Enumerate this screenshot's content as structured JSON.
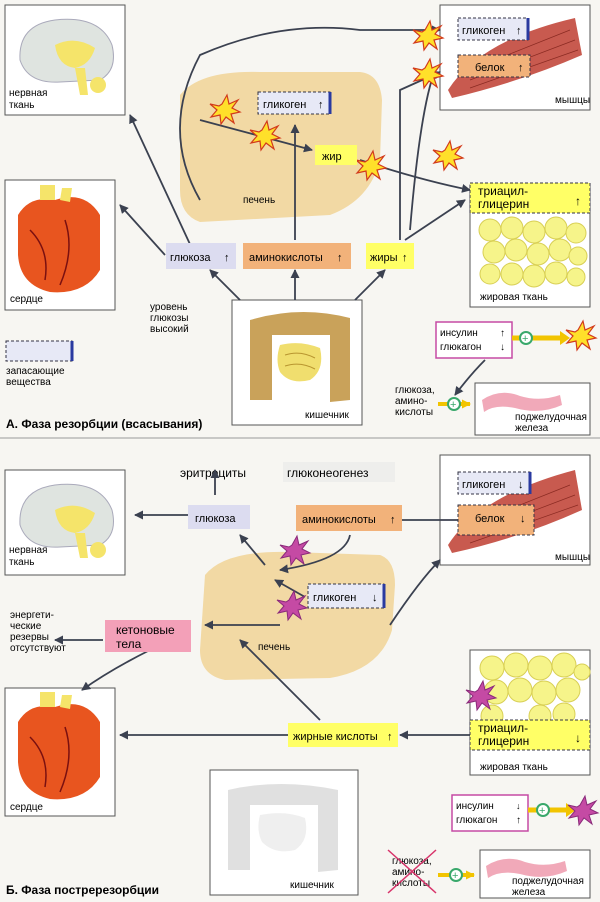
{
  "phaseA": {
    "title": "А. Фаза резорбции (всасывания)",
    "nervous_tissue": [
      "нервная",
      "ткань"
    ],
    "heart": "сердце",
    "liver": "печень",
    "intestine": "кишечник",
    "muscles": "мышцы",
    "adipose": "жировая ткань",
    "pancreas": [
      "поджелудочная",
      "железа"
    ],
    "glycogen_liver": "гликоген",
    "fat": "жир",
    "glucose": "глюкоза",
    "amino_acids": "аминокислоты",
    "fats": "жиры",
    "glycogen_muscle": "гликоген",
    "protein": "белок",
    "tag": [
      "триацил-",
      "глицерин"
    ],
    "glucose_level": [
      "уровень",
      "глюкозы",
      "высокий"
    ],
    "storage_legend": [
      "запасающие",
      "вещества"
    ],
    "insulin": "инсулин",
    "glucagon": "глюкагон",
    "glucose_amino": [
      "глюкоза,",
      "амино-",
      "кислоты"
    ]
  },
  "phaseB": {
    "title": "Б. Фаза постререзорбции",
    "erythrocytes": "эритроциты",
    "gluconeogenesis": "глюконеогенез",
    "nervous_tissue": [
      "нервная",
      "ткань"
    ],
    "heart": "сердце",
    "liver": "печень",
    "intestine": "кишечник",
    "muscles": "мышцы",
    "adipose": "жировая ткань",
    "pancreas": [
      "поджелудочная",
      "железа"
    ],
    "glucose": "глюкоза",
    "amino_acids": "аминокислоты",
    "glycogen_liver": "гликоген",
    "glycogen_muscle": "гликоген",
    "protein": "белок",
    "ketone_bodies": [
      "кетоновые",
      "тела"
    ],
    "fatty_acids": "жирные кислоты",
    "tag": [
      "триацил-",
      "глицерин"
    ],
    "energy_reserves": [
      "энергети-",
      "ческие",
      "резервы",
      "отсутствуют"
    ],
    "insulin": "инсулин",
    "glucagon": "глюкагон",
    "glucose_amino": [
      "глюкоза,",
      "амино-",
      "кислоты"
    ]
  },
  "colors": {
    "arrow": "#3b4150",
    "glucose_box": "#dcdcf0",
    "amino_box": "#f2b27a",
    "fat_box": "#ffff66",
    "ketone_box": "#f3a0b8",
    "liver": "#f2d9a4",
    "muscle": "#c85a4f",
    "heart": "#e8551f",
    "adipose": "#f6f48a",
    "intestine": "#c9a25a",
    "burst_a": "#ffe02a",
    "burst_b": "#c54aa4",
    "plus_circle": "#39a86b",
    "pancreas": "#f1a9b9"
  }
}
